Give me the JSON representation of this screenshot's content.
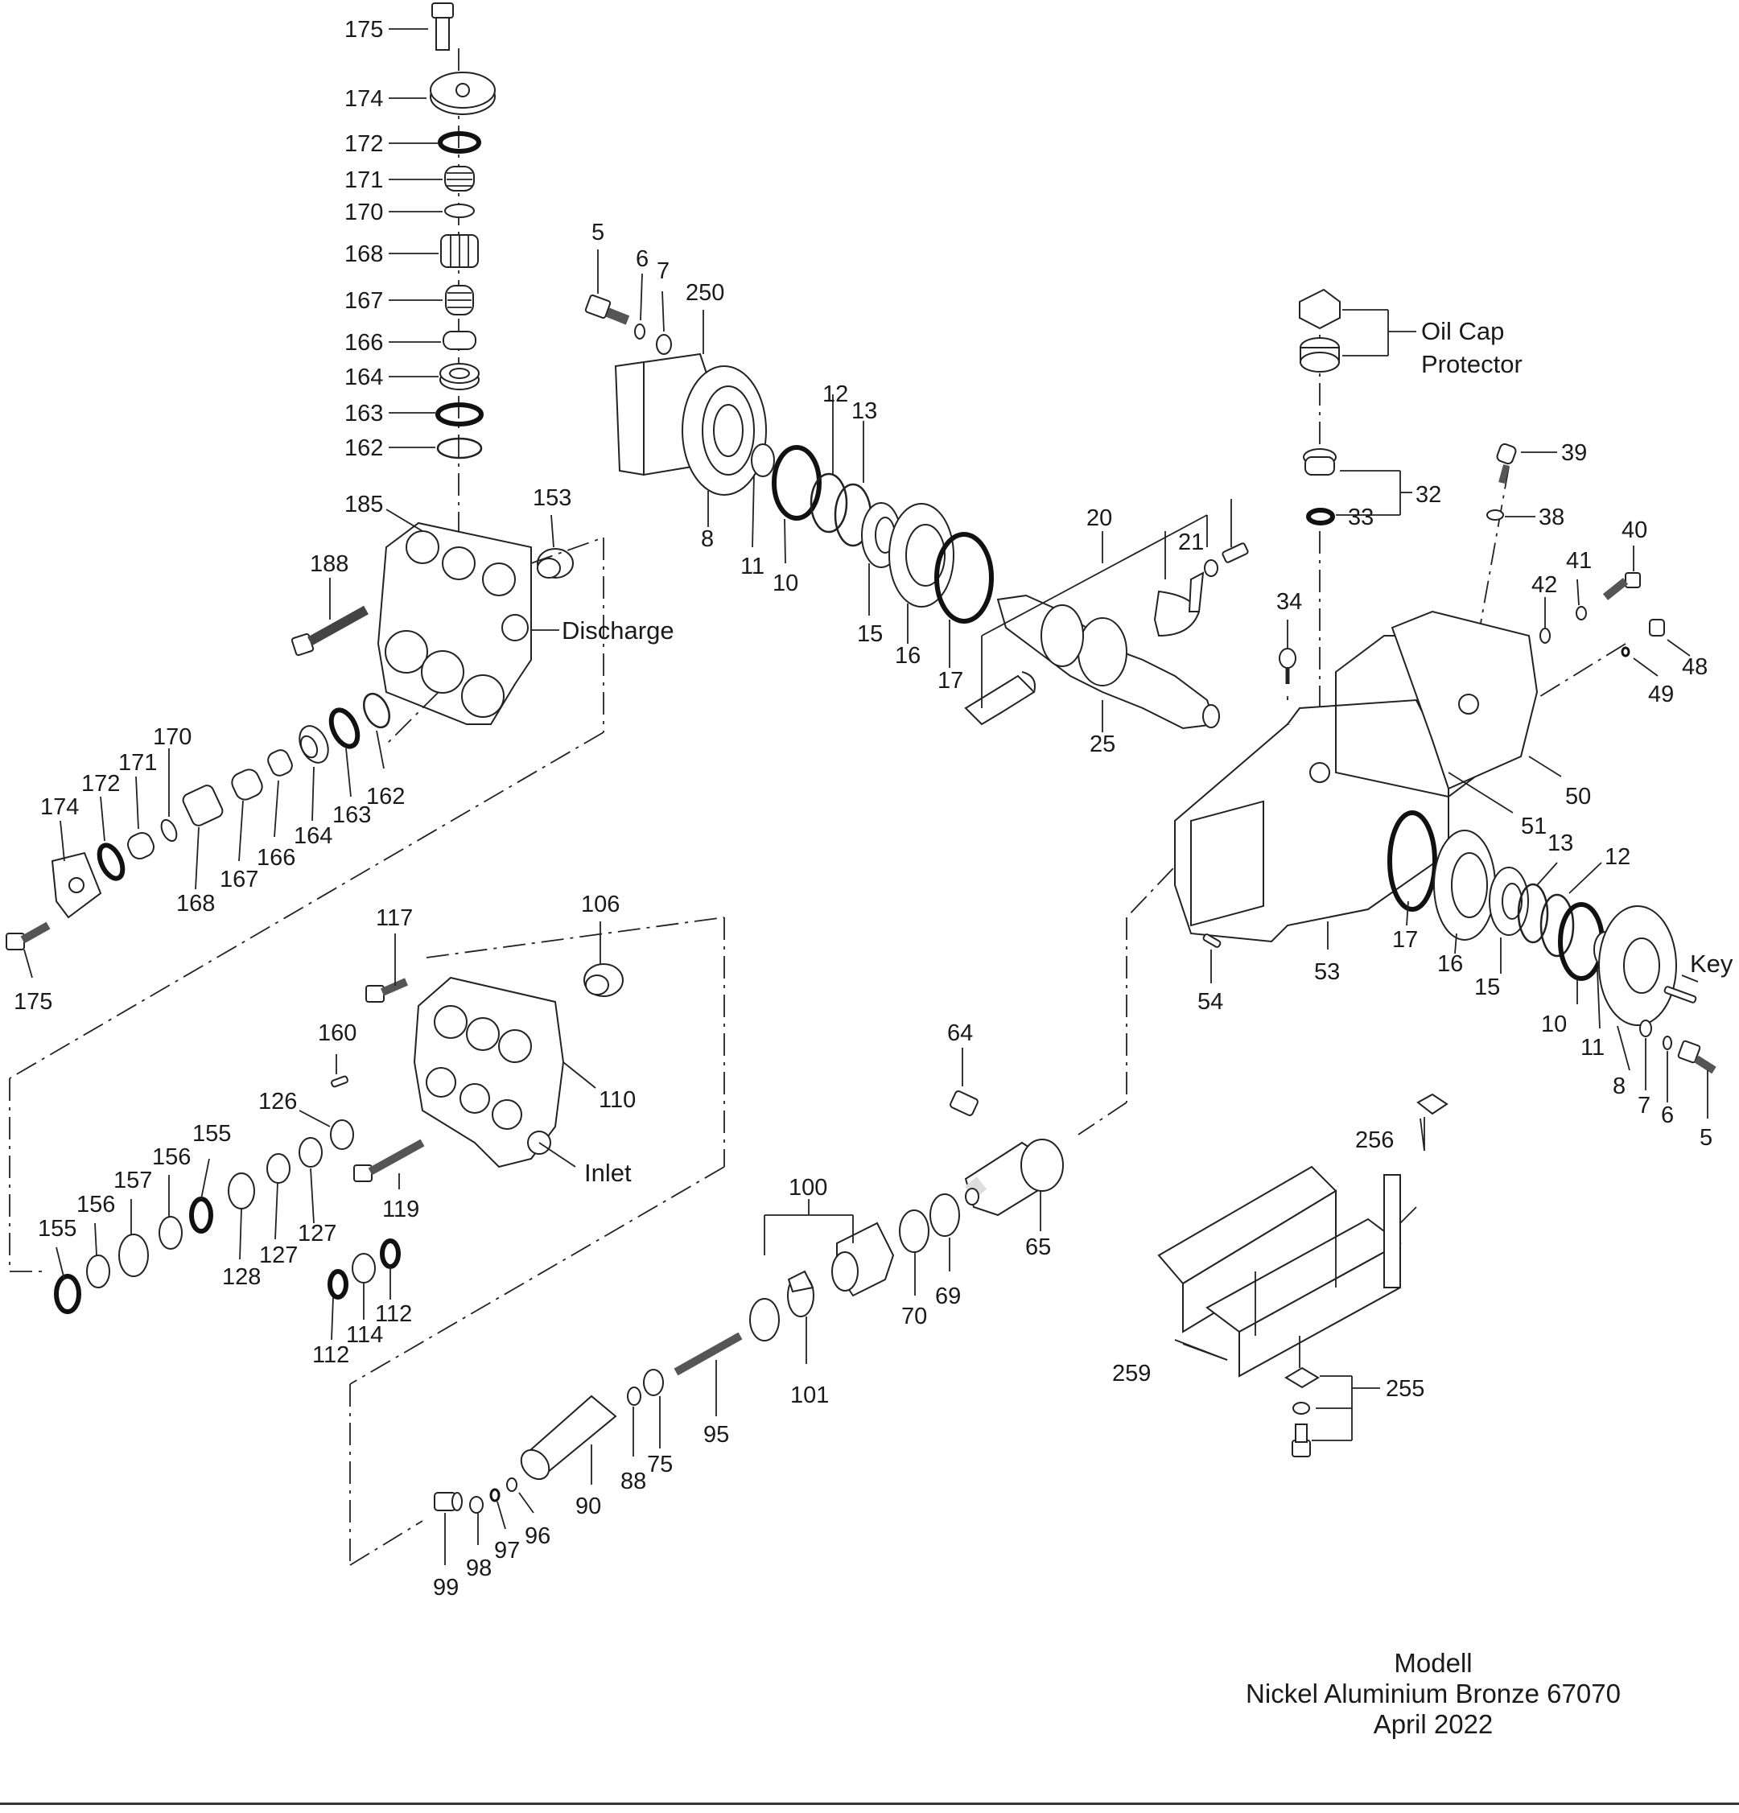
{
  "diagram": {
    "labels": {
      "l175a": "175",
      "l174a": "174",
      "l172a": "172",
      "l171a": "171",
      "l170a": "170",
      "l168a": "168",
      "l167a": "167",
      "l166a": "166",
      "l164a": "164",
      "l163a": "163",
      "l162a": "162",
      "l185": "185",
      "l153": "153",
      "l188": "188",
      "discharge": "Discharge",
      "l162b": "162",
      "l163b": "163",
      "l164b": "164",
      "l166b": "166",
      "l167b": "167",
      "l168b": "168",
      "l170b": "170",
      "l171b": "171",
      "l172b": "172",
      "l174b": "174",
      "l175b": "175",
      "l5a": "5",
      "l6a": "6",
      "l7a": "7",
      "l250": "250",
      "l8a": "8",
      "l11a": "11",
      "l10a": "10",
      "l12a": "12",
      "l13a": "13",
      "l15a": "15",
      "l16a": "16",
      "l17a": "17",
      "l20": "20",
      "l21": "21",
      "l25": "25",
      "oilcap": "Oil Cap",
      "protector": "Protector",
      "l32": "32",
      "l33": "33",
      "l39": "39",
      "l38": "38",
      "l40": "40",
      "l41": "41",
      "l42": "42",
      "l34": "34",
      "l48": "48",
      "l49": "49",
      "l50": "50",
      "l51": "51",
      "l53": "53",
      "l54": "54",
      "l17b": "17",
      "l16b": "16",
      "l15b": "15",
      "l13b": "13",
      "l12b": "12",
      "l10b": "10",
      "l11b": "11",
      "l8b": "8",
      "l7b": "7",
      "l6b": "6",
      "l5b": "5",
      "key": "Key",
      "l117": "117",
      "l106": "106",
      "l160": "160",
      "l110": "110",
      "l126": "126",
      "l119": "119",
      "inlet": "Inlet",
      "l155a": "155",
      "l156a": "156",
      "l157": "157",
      "l156b": "156",
      "l155b": "155",
      "l128": "128",
      "l127a": "127",
      "l127b": "127",
      "l112a": "112",
      "l114": "114",
      "l112b": "112",
      "l64": "64",
      "l65": "65",
      "l100": "100",
      "l69": "69",
      "l70": "70",
      "l101": "101",
      "l95": "95",
      "l75": "75",
      "l88": "88",
      "l90": "90",
      "l96": "96",
      "l97": "97",
      "l98": "98",
      "l99": "99",
      "l256": "256",
      "l259": "259",
      "l255": "255"
    }
  },
  "footer": {
    "model_label": "Modell",
    "model_name": "Nickel Aluminium Bronze 67070",
    "date": "April 2022"
  }
}
